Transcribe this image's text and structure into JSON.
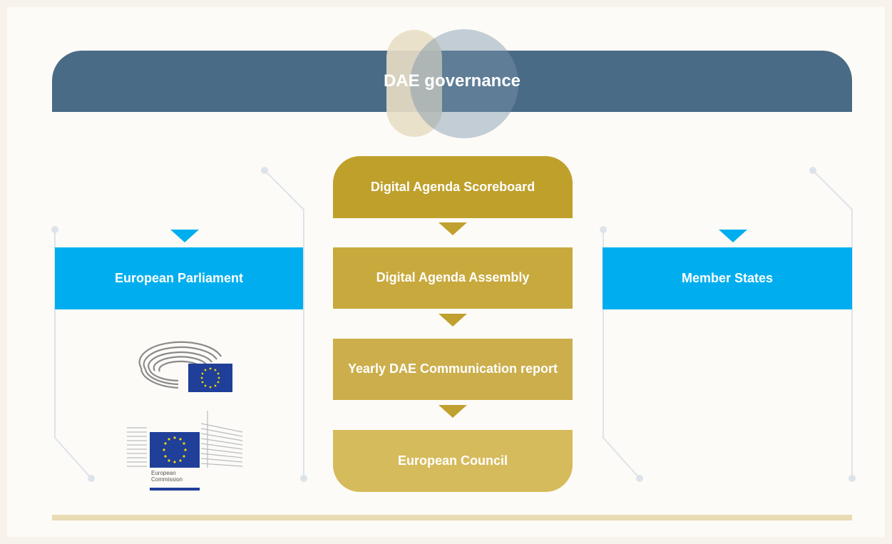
{
  "header": {
    "title": "DAE governance"
  },
  "left_column": {
    "label": "European Parliament"
  },
  "right_column": {
    "label": "Member States"
  },
  "flow": {
    "steps": [
      {
        "label": "Digital Agenda Scoreboard"
      },
      {
        "label": "Digital Agenda Assembly"
      },
      {
        "label": "Yearly DAE Communication report"
      },
      {
        "label": "European Council"
      }
    ]
  },
  "logos": {
    "commission_text": "European Commission"
  },
  "colors": {
    "header": "#4a6b86",
    "blue_box": "#00aeef",
    "gold_1": "#bfa02b",
    "gold_2": "#c8a93d",
    "gold_3": "#ccae4c",
    "gold_4": "#d6bb5c",
    "arrow_gold": "#c0a02e",
    "eu_blue": "#1f3f99",
    "eu_star": "#f5d800"
  },
  "icons": [
    "european-parliament-logo",
    "european-commission-logo",
    "eu-flag-icon",
    "down-arrow-icon"
  ]
}
